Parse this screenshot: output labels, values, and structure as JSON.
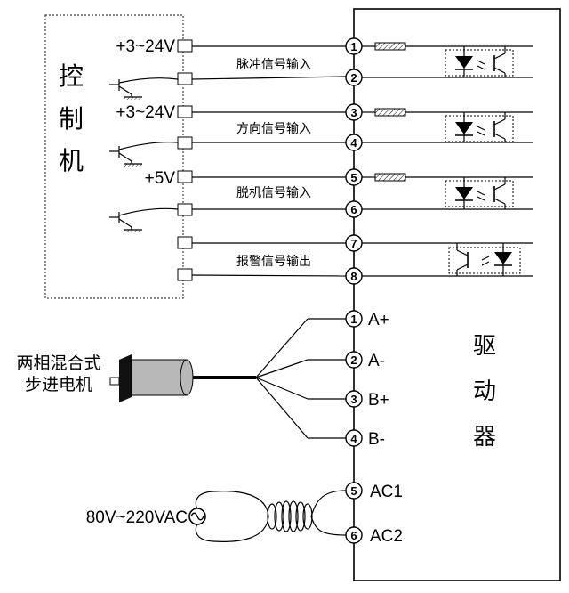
{
  "controller": {
    "title_chars": [
      "控",
      "制",
      "机"
    ],
    "supply_labels": [
      "+3~24V",
      "+3~24V",
      "+5V"
    ]
  },
  "signal_lines": [
    {
      "label": "脉冲信号输入"
    },
    {
      "label": "方向信号输入"
    },
    {
      "label": "脱机信号输入"
    },
    {
      "label": "报警信号输出"
    }
  ],
  "control_terminals": [
    "1",
    "2",
    "3",
    "4",
    "5",
    "6",
    "7",
    "8"
  ],
  "motor": {
    "label_line1": "两相混合式",
    "label_line2": "步进电机"
  },
  "motor_terminals": [
    {
      "number": "1",
      "name": "A+"
    },
    {
      "number": "2",
      "name": "A-"
    },
    {
      "number": "3",
      "name": "B+"
    },
    {
      "number": "4",
      "name": "B-"
    }
  ],
  "power": {
    "label": "80V~220VAC",
    "terminals": [
      {
        "number": "5",
        "name": "AC1"
      },
      {
        "number": "6",
        "name": "AC2"
      }
    ]
  },
  "driver": {
    "title_chars": [
      "驱",
      "动",
      "器"
    ]
  },
  "colors": {
    "line": "#000000",
    "motor_body": "#b8b8b8",
    "dashed_box": "#444444"
  }
}
